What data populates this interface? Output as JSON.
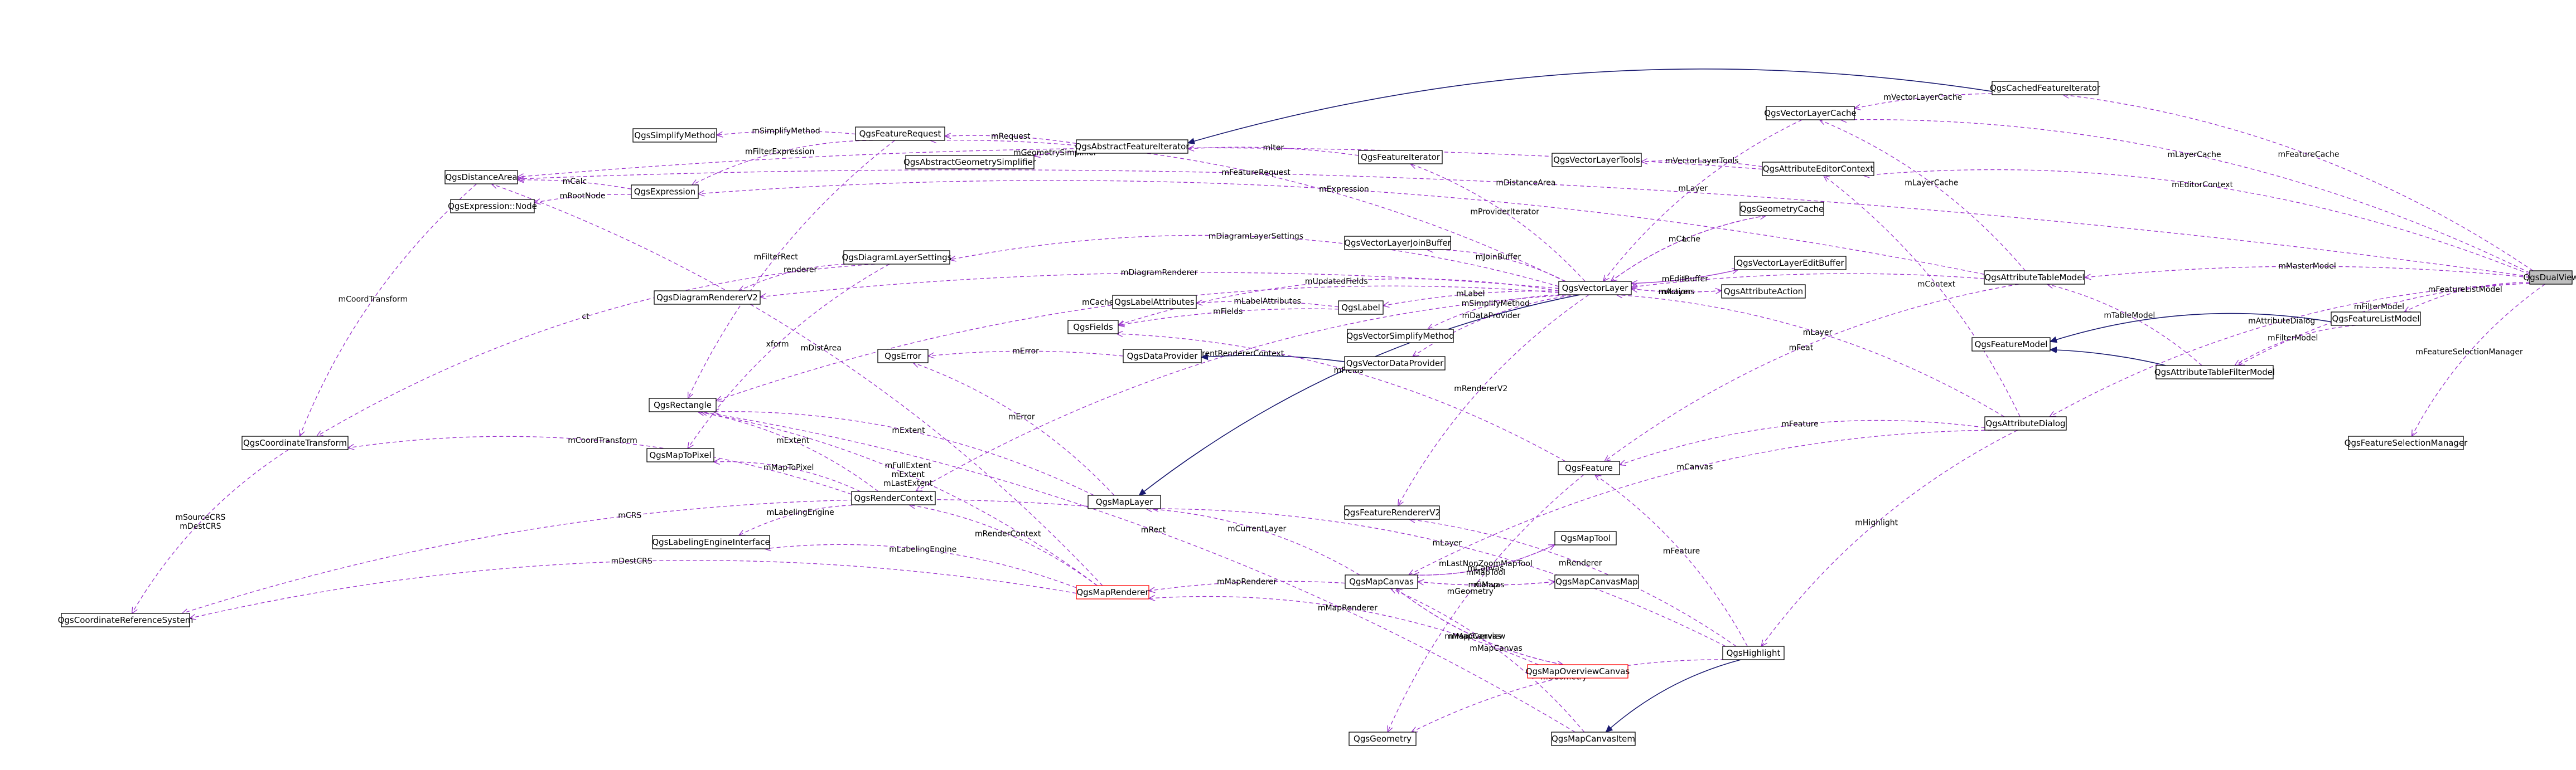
{
  "nodes": [
    {
      "id": "QgsDualView",
      "label": "QgsDualView",
      "focus": true
    },
    {
      "id": "QgsCachedFeatureIterator",
      "label": "QgsCachedFeatureIterator"
    },
    {
      "id": "QgsVectorLayerCache",
      "label": "QgsVectorLayerCache"
    },
    {
      "id": "QgsAttributeEditorContext",
      "label": "QgsAttributeEditorContext"
    },
    {
      "id": "QgsGeometryCache",
      "label": "QgsGeometryCache"
    },
    {
      "id": "QgsVectorLayerEditBuffer",
      "label": "QgsVectorLayerEditBuffer"
    },
    {
      "id": "QgsAttributeAction",
      "label": "QgsAttributeAction"
    },
    {
      "id": "QgsAttributeTableModel",
      "label": "QgsAttributeTableModel"
    },
    {
      "id": "QgsFeatureListModel",
      "label": "QgsFeatureListModel"
    },
    {
      "id": "QgsFeatureModel",
      "label": "QgsFeatureModel"
    },
    {
      "id": "QgsAttributeTableFilterModel",
      "label": "QgsAttributeTableFilterModel"
    },
    {
      "id": "QgsAttributeDialog",
      "label": "QgsAttributeDialog"
    },
    {
      "id": "QgsFeatureSelectionManager",
      "label": "QgsFeatureSelectionManager"
    },
    {
      "id": "QgsVectorLayerTools",
      "label": "QgsVectorLayerTools"
    },
    {
      "id": "QgsVectorLayer",
      "label": "QgsVectorLayer"
    },
    {
      "id": "QgsFeatureIterator",
      "label": "QgsFeatureIterator"
    },
    {
      "id": "QgsVectorLayerJoinBuffer",
      "label": "QgsVectorLayerJoinBuffer"
    },
    {
      "id": "QgsLabelAttributes",
      "label": "QgsLabelAttributes"
    },
    {
      "id": "QgsLabel",
      "label": "QgsLabel"
    },
    {
      "id": "QgsFields",
      "label": "QgsFields"
    },
    {
      "id": "QgsVectorSimplifyMethod",
      "label": "QgsVectorSimplifyMethod"
    },
    {
      "id": "QgsError",
      "label": "QgsError"
    },
    {
      "id": "QgsDataProvider",
      "label": "QgsDataProvider"
    },
    {
      "id": "QgsVectorDataProvider",
      "label": "QgsVectorDataProvider"
    },
    {
      "id": "QgsAbstractFeatureIterator",
      "label": "QgsAbstractFeatureIterator"
    },
    {
      "id": "QgsFeatureRequest",
      "label": "QgsFeatureRequest"
    },
    {
      "id": "QgsSimplifyMethod",
      "label": "QgsSimplifyMethod"
    },
    {
      "id": "QgsAbstractGeometrySimplifier",
      "label": "QgsAbstractGeometrySimplifier"
    },
    {
      "id": "QgsDistanceArea",
      "label": "QgsDistanceArea"
    },
    {
      "id": "QgsExpression",
      "label": "QgsExpression"
    },
    {
      "id": "QgsExpressionNode",
      "label": "QgsExpression::Node"
    },
    {
      "id": "QgsDiagramLayerSettings",
      "label": "QgsDiagramLayerSettings"
    },
    {
      "id": "QgsDiagramRendererV2",
      "label": "QgsDiagramRendererV2"
    },
    {
      "id": "QgsRectangle",
      "label": "QgsRectangle"
    },
    {
      "id": "QgsCoordinateTransform",
      "label": "QgsCoordinateTransform"
    },
    {
      "id": "QgsMapToPixel",
      "label": "QgsMapToPixel"
    },
    {
      "id": "QgsRenderContext",
      "label": "QgsRenderContext"
    },
    {
      "id": "QgsLabelingEngineInterface",
      "label": "QgsLabelingEngineInterface"
    },
    {
      "id": "QgsCoordinateReferenceSystem",
      "label": "QgsCoordinateReferenceSystem"
    },
    {
      "id": "QgsMapLayer",
      "label": "QgsMapLayer"
    },
    {
      "id": "QgsMapRenderer",
      "label": "QgsMapRenderer",
      "red": true
    },
    {
      "id": "QgsFeature",
      "label": "QgsFeature"
    },
    {
      "id": "QgsFeatureRendererV2",
      "label": "QgsFeatureRendererV2"
    },
    {
      "id": "QgsMapTool",
      "label": "QgsMapTool"
    },
    {
      "id": "QgsMapCanvas",
      "label": "QgsMapCanvas"
    },
    {
      "id": "QgsMapCanvasMap",
      "label": "QgsMapCanvasMap"
    },
    {
      "id": "QgsMapOverviewCanvas",
      "label": "QgsMapOverviewCanvas",
      "red": true
    },
    {
      "id": "QgsHighlight",
      "label": "QgsHighlight"
    },
    {
      "id": "QgsGeometry",
      "label": "QgsGeometry"
    },
    {
      "id": "QgsMapCanvasItem",
      "label": "QgsMapCanvasItem"
    }
  ],
  "edges": [
    {
      "from": "QgsDualView",
      "to": "QgsDistanceArea",
      "kind": "member",
      "label": "mDistanceArea"
    },
    {
      "from": "QgsDualView",
      "to": "QgsCachedFeatureIterator",
      "kind": "member",
      "label": "mFeatureCache"
    },
    {
      "from": "QgsCachedFeatureIterator",
      "to": "QgsAbstractFeatureIterator",
      "kind": "inherit",
      "label": ""
    },
    {
      "from": "QgsDualView",
      "to": "QgsVectorLayerCache",
      "kind": "member",
      "label": "mLayerCache"
    },
    {
      "from": "QgsCachedFeatureIterator",
      "to": "QgsVectorLayerCache",
      "kind": "member",
      "label": "mVectorLayerCache"
    },
    {
      "from": "QgsAttributeTableModel",
      "to": "QgsVectorLayerCache",
      "kind": "member",
      "label": "mLayerCache"
    },
    {
      "from": "QgsDualView",
      "to": "QgsAttributeEditorContext",
      "kind": "member",
      "label": "mEditorContext"
    },
    {
      "from": "QgsAttributeEditorContext",
      "to": "QgsDistanceArea",
      "kind": "member",
      "label": "mDistanceArea"
    },
    {
      "from": "QgsAttributeEditorContext",
      "to": "QgsVectorLayerTools",
      "kind": "member",
      "label": "mVectorLayerTools"
    },
    {
      "from": "QgsAttributeDialog",
      "to": "QgsAttributeEditorContext",
      "kind": "member",
      "label": "mContext"
    },
    {
      "from": "QgsDualView",
      "to": "QgsAttributeTableModel",
      "kind": "member",
      "label": "mMasterModel"
    },
    {
      "from": "QgsDualView",
      "to": "QgsFeatureListModel",
      "kind": "member",
      "label": "mFeatureListModel"
    },
    {
      "from": "QgsDualView",
      "to": "QgsAttributeTableFilterModel",
      "kind": "member",
      "label": "mFilterModel"
    },
    {
      "from": "QgsDualView",
      "to": "QgsAttributeDialog",
      "kind": "member",
      "label": "mAttributeDialog"
    },
    {
      "from": "QgsDualView",
      "to": "QgsFeatureSelectionManager",
      "kind": "member",
      "label": "mFeatureSelectionManager"
    },
    {
      "from": "QgsFeatureListModel",
      "to": "QgsFeatureModel",
      "kind": "inherit",
      "label": ""
    },
    {
      "from": "QgsAttributeTableFilterModel",
      "to": "QgsFeatureModel",
      "kind": "inherit",
      "label": ""
    },
    {
      "from": "QgsFeatureListModel",
      "to": "QgsAttributeTableFilterModel",
      "kind": "member",
      "label": "mFilterModel"
    },
    {
      "from": "QgsAttributeTableFilterModel",
      "to": "QgsAttributeTableModel",
      "kind": "member",
      "label": "mTableModel"
    },
    {
      "from": "QgsAttributeTableModel",
      "to": "QgsFeature",
      "kind": "member",
      "label": "mFeat"
    },
    {
      "from": "QgsAttributeTableModel",
      "to": "QgsVectorLayer",
      "kind": "member",
      "label": ""
    },
    {
      "from": "QgsAttributeDialog",
      "to": "QgsFeature",
      "kind": "member",
      "label": "mFeature"
    },
    {
      "from": "QgsAttributeDialog",
      "to": "QgsVectorLayer",
      "kind": "member",
      "label": "mLayer"
    },
    {
      "from": "QgsAttributeDialog",
      "to": "QgsHighlight",
      "kind": "member",
      "label": "mHighlight"
    },
    {
      "from": "QgsAttributeDialog",
      "to": "QgsMapCanvas",
      "kind": "member",
      "label": "mCanvas"
    },
    {
      "from": "QgsVectorLayerCache",
      "to": "QgsVectorLayer",
      "kind": "member",
      "label": "mLayer"
    },
    {
      "from": "QgsGeometryCache",
      "to": "QgsVectorLayer",
      "kind": "member",
      "label": "L"
    },
    {
      "from": "QgsVectorLayer",
      "to": "QgsGeometryCache",
      "kind": "member",
      "label": "mCache"
    },
    {
      "from": "QgsVectorLayer",
      "to": "QgsVectorLayerEditBuffer",
      "kind": "member",
      "label": "mEditBuffer"
    },
    {
      "from": "QgsVectorLayerEditBuffer",
      "to": "QgsVectorLayer",
      "kind": "member",
      "label": "L"
    },
    {
      "from": "QgsVectorLayer",
      "to": "QgsAttributeAction",
      "kind": "member",
      "label": "mActions"
    },
    {
      "from": "QgsAttributeAction",
      "to": "QgsVectorLayer",
      "kind": "member",
      "label": "mLayer"
    },
    {
      "from": "QgsVectorLayer",
      "to": "QgsMapLayer",
      "kind": "inherit",
      "label": ""
    },
    {
      "from": "QgsVectorLayer",
      "to": "QgsFeatureIterator",
      "kind": "member",
      "label": "mProviderIterator"
    },
    {
      "from": "QgsVectorLayer",
      "to": "QgsVectorLayerJoinBuffer",
      "kind": "member",
      "label": "mJoinBuffer"
    },
    {
      "from": "QgsVectorLayer",
      "to": "QgsLabel",
      "kind": "member",
      "label": "mLabel"
    },
    {
      "from": "QgsVectorLayer",
      "to": "QgsFields",
      "kind": "member",
      "label": "mUpdatedFields"
    },
    {
      "from": "QgsVectorLayer",
      "to": "QgsVectorSimplifyMethod",
      "kind": "member",
      "label": "mSimplifyMethod"
    },
    {
      "from": "QgsVectorLayer",
      "to": "QgsVectorDataProvider",
      "kind": "member",
      "label": "mDataProvider"
    },
    {
      "from": "QgsVectorLayer",
      "to": "QgsDiagramLayerSettings",
      "kind": "member",
      "label": "mDiagramLayerSettings"
    },
    {
      "from": "QgsVectorLayer",
      "to": "QgsDiagramRendererV2",
      "kind": "member",
      "label": "mDiagramRenderer"
    },
    {
      "from": "QgsVectorLayer",
      "to": "QgsRectangle",
      "kind": "member",
      "label": "mCachedGeometriesRect"
    },
    {
      "from": "QgsVectorLayer",
      "to": "QgsFeatureRendererV2",
      "kind": "member",
      "label": "mRendererV2"
    },
    {
      "from": "QgsVectorLayer",
      "to": "QgsRenderContext",
      "kind": "member",
      "label": "mCurrentRendererContext"
    },
    {
      "from": "QgsVectorLayer",
      "to": "QgsFeatureRequest",
      "kind": "member",
      "label": "mFeatureRequest"
    },
    {
      "from": "QgsLabel",
      "to": "QgsLabelAttributes",
      "kind": "member",
      "label": "mLabelAttributes"
    },
    {
      "from": "QgsLabel",
      "to": "QgsFields",
      "kind": "member",
      "label": "mFields"
    },
    {
      "from": "QgsVectorDataProvider",
      "to": "QgsDataProvider",
      "kind": "inherit",
      "label": ""
    },
    {
      "from": "QgsDataProvider",
      "to": "QgsError",
      "kind": "member",
      "label": "mError"
    },
    {
      "from": "QgsFeature",
      "to": "QgsFields",
      "kind": "member",
      "label": "mFields"
    },
    {
      "from": "QgsFeature",
      "to": "QgsGeometry",
      "kind": "member",
      "label": "mGeometry"
    },
    {
      "from": "QgsFeatureIterator",
      "to": "QgsAbstractFeatureIterator",
      "kind": "member",
      "label": "mIter"
    },
    {
      "from": "QgsAbstractFeatureIterator",
      "to": "QgsFeatureRequest",
      "kind": "member",
      "label": "mRequest"
    },
    {
      "from": "QgsAbstractFeatureIterator",
      "to": "QgsAbstractGeometrySimplifier",
      "kind": "member",
      "label": "mGeometrySimplifier"
    },
    {
      "from": "QgsFeatureRequest",
      "to": "QgsSimplifyMethod",
      "kind": "member",
      "label": "mSimplifyMethod"
    },
    {
      "from": "QgsFeatureRequest",
      "to": "QgsExpression",
      "kind": "member",
      "label": "mFilterExpression"
    },
    {
      "from": "QgsFeatureRequest",
      "to": "QgsRectangle",
      "kind": "member",
      "label": "mFilterRect"
    },
    {
      "from": "QgsExpression",
      "to": "QgsDistanceArea",
      "kind": "member",
      "label": "mCalc"
    },
    {
      "from": "QgsExpression",
      "to": "QgsExpressionNode",
      "kind": "member",
      "label": "mRootNode"
    },
    {
      "from": "QgsDistanceArea",
      "to": "QgsCoordinateTransform",
      "kind": "member",
      "label": "mCoordTransform"
    },
    {
      "from": "QgsDiagramLayerSettings",
      "to": "QgsDiagramRendererV2",
      "kind": "member",
      "label": "renderer"
    },
    {
      "from": "QgsDiagramLayerSettings",
      "to": "QgsMapToPixel",
      "kind": "member",
      "label": "xform"
    },
    {
      "from": "QgsDiagramLayerSettings",
      "to": "QgsCoordinateTransform",
      "kind": "member",
      "label": "ct"
    },
    {
      "from": "QgsCoordinateTransform",
      "to": "QgsCoordinateReferenceSystem",
      "kind": "member",
      "label": "mSourceCRS\nmDestCRS"
    },
    {
      "from": "QgsRenderContext",
      "to": "QgsCoordinateTransform",
      "kind": "member",
      "label": "mCoordTransform"
    },
    {
      "from": "QgsRenderContext",
      "to": "QgsRectangle",
      "kind": "member",
      "label": "mExtent"
    },
    {
      "from": "QgsRenderContext",
      "to": "QgsMapToPixel",
      "kind": "member",
      "label": "mMapToPixel"
    },
    {
      "from": "QgsRenderContext",
      "to": "QgsLabelingEngineInterface",
      "kind": "member",
      "label": "mLabelingEngine"
    },
    {
      "from": "QgsMapLayer",
      "to": "QgsRectangle",
      "kind": "member",
      "label": "mExtent"
    },
    {
      "from": "QgsMapLayer",
      "to": "QgsError",
      "kind": "member",
      "label": "mError"
    },
    {
      "from": "QgsMapLayer",
      "to": "QgsCoordinateReferenceSystem",
      "kind": "member",
      "label": "mCRS"
    },
    {
      "from": "QgsMapRenderer",
      "to": "QgsRenderContext",
      "kind": "member",
      "label": "mRenderContext"
    },
    {
      "from": "QgsMapRenderer",
      "to": "QgsRectangle",
      "kind": "member",
      "label": "mFullExtent\nmExtent\nmLastExtent"
    },
    {
      "from": "QgsMapRenderer",
      "to": "QgsLabelingEngineInterface",
      "kind": "member",
      "label": "mLabelingEngine"
    },
    {
      "from": "QgsMapRenderer",
      "to": "QgsCoordinateReferenceSystem",
      "kind": "member",
      "label": "mDestCRS"
    },
    {
      "from": "QgsMapRenderer",
      "to": "QgsDistanceArea",
      "kind": "member",
      "label": "mDistArea"
    },
    {
      "from": "QgsMapCanvas",
      "to": "QgsMapLayer",
      "kind": "member",
      "label": "mCurrentLayer"
    },
    {
      "from": "QgsMapCanvas",
      "to": "QgsMapRenderer",
      "kind": "member",
      "label": "mMapRenderer"
    },
    {
      "from": "QgsMapCanvas",
      "to": "QgsMapTool",
      "kind": "member",
      "label": "mLastNonZoomMapTool\nmMapTool"
    },
    {
      "from": "QgsMapTool",
      "to": "QgsMapCanvas",
      "kind": "member",
      "label": "mCanvas"
    },
    {
      "from": "QgsMapCanvas",
      "to": "QgsMapCanvasMap",
      "kind": "member",
      "label": "mMap"
    },
    {
      "from": "QgsMapCanvasMap",
      "to": "QgsMapCanvas",
      "kind": "member",
      "label": "mCanvas"
    },
    {
      "from": "QgsMapCanvas",
      "to": "QgsMapOverviewCanvas",
      "kind": "member",
      "label": "mMapOverview"
    },
    {
      "from": "QgsMapOverviewCanvas",
      "to": "QgsMapCanvas",
      "kind": "member",
      "label": "mMapCanvas"
    },
    {
      "from": "QgsMapOverviewCanvas",
      "to": "QgsMapRenderer",
      "kind": "member",
      "label": "mMapRenderer"
    },
    {
      "from": "QgsHighlight",
      "to": "QgsMapCanvasItem",
      "kind": "inherit",
      "label": ""
    },
    {
      "from": "QgsHighlight",
      "to": "QgsMapLayer",
      "kind": "member",
      "label": "mLayer"
    },
    {
      "from": "QgsHighlight",
      "to": "QgsFeature",
      "kind": "member",
      "label": "mFeature"
    },
    {
      "from": "QgsHighlight",
      "to": "QgsFeatureRendererV2",
      "kind": "member",
      "label": "mRenderer"
    },
    {
      "from": "QgsHighlight",
      "to": "QgsGeometry",
      "kind": "member",
      "label": "mGeometry"
    },
    {
      "from": "QgsMapCanvasItem",
      "to": "QgsMapCanvas",
      "kind": "member",
      "label": "mMapCanvas"
    },
    {
      "from": "QgsMapCanvasItem",
      "to": "QgsRectangle",
      "kind": "member",
      "label": "mRect"
    },
    {
      "from": "QgsAttributeTableModel",
      "to": "QgsExpression",
      "kind": "member",
      "label": "mExpression"
    }
  ]
}
